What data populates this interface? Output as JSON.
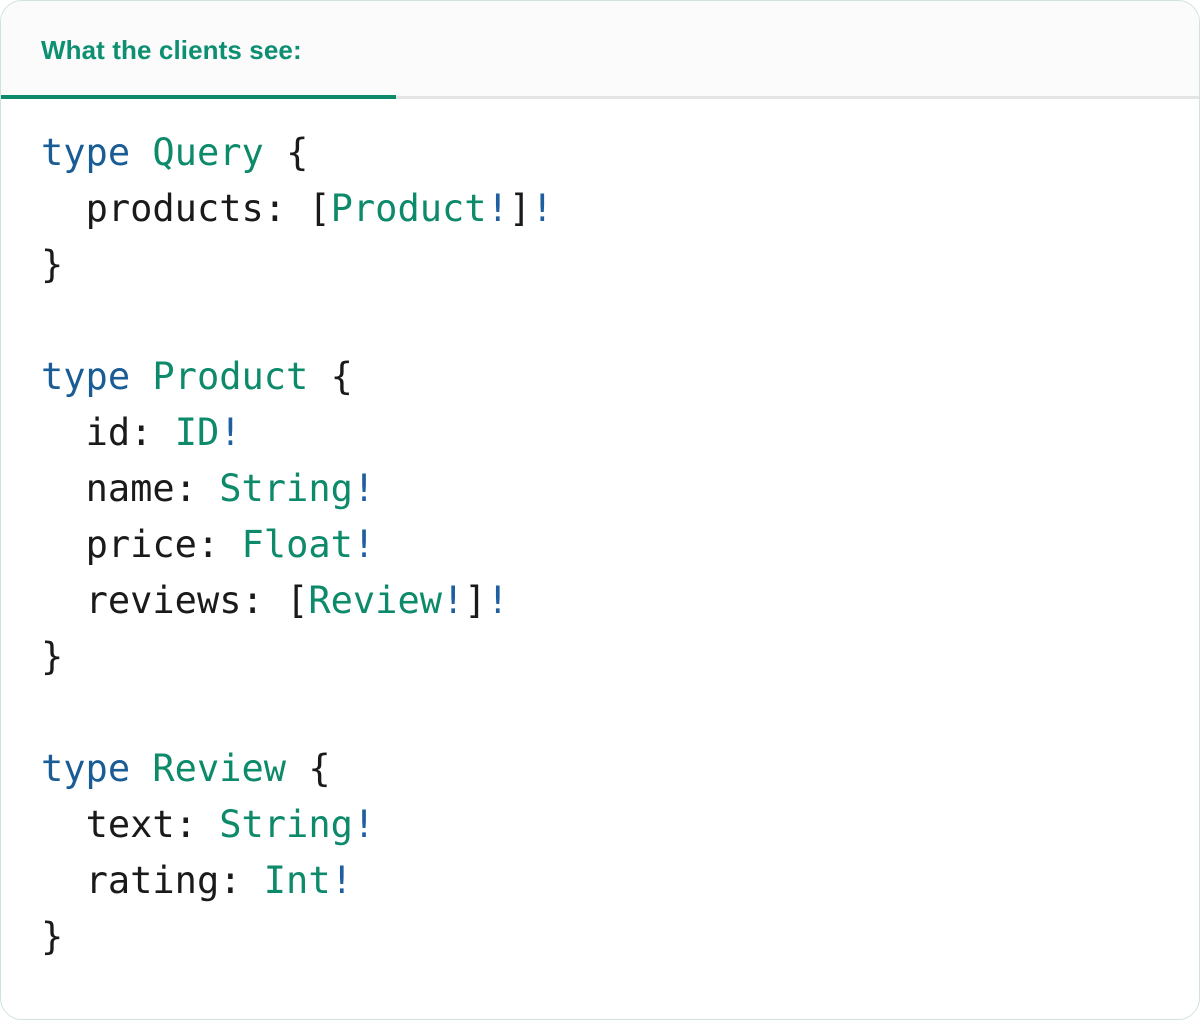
{
  "card": {
    "border_color": "#cfe3da",
    "background": "#ffffff"
  },
  "header": {
    "background": "#fbfbfb",
    "tabs": [
      {
        "label": "What the clients see:",
        "active": true,
        "accent_color": "#0d8a6a",
        "text_color": "#0d8f72"
      }
    ],
    "rule_color": "#e4e4e4"
  },
  "code_block": {
    "language": "graphql",
    "palette": {
      "keyword": "#1a5c96",
      "type_name": "#0d8a6a",
      "field_name": "#1a1a1a",
      "punctuation": "#1a1a1a",
      "non_null_bang": "#1f5fa0",
      "background": "#ffffff"
    },
    "raw_text": "type Query {\n  products: [Product!]!\n}\n\ntype Product {\n  id: ID!\n  name: String!\n  price: Float!\n  reviews: [Review!]!\n}\n\ntype Review {\n  text: String!\n  rating: Int!\n}",
    "lines": [
      {
        "tokens": [
          {
            "t": "kw",
            "v": "type"
          },
          {
            "t": "plain",
            "v": " "
          },
          {
            "t": "type",
            "v": "Query"
          },
          {
            "t": "plain",
            "v": " "
          },
          {
            "t": "punc",
            "v": "{"
          }
        ]
      },
      {
        "tokens": [
          {
            "t": "plain",
            "v": "  "
          },
          {
            "t": "name",
            "v": "products"
          },
          {
            "t": "punc",
            "v": ":"
          },
          {
            "t": "plain",
            "v": " "
          },
          {
            "t": "punc",
            "v": "["
          },
          {
            "t": "type",
            "v": "Product"
          },
          {
            "t": "bang",
            "v": "!"
          },
          {
            "t": "punc",
            "v": "]"
          },
          {
            "t": "bang",
            "v": "!"
          }
        ]
      },
      {
        "tokens": [
          {
            "t": "punc",
            "v": "}"
          }
        ]
      },
      {
        "tokens": []
      },
      {
        "tokens": [
          {
            "t": "kw",
            "v": "type"
          },
          {
            "t": "plain",
            "v": " "
          },
          {
            "t": "type",
            "v": "Product"
          },
          {
            "t": "plain",
            "v": " "
          },
          {
            "t": "punc",
            "v": "{"
          }
        ]
      },
      {
        "tokens": [
          {
            "t": "plain",
            "v": "  "
          },
          {
            "t": "name",
            "v": "id"
          },
          {
            "t": "punc",
            "v": ":"
          },
          {
            "t": "plain",
            "v": " "
          },
          {
            "t": "type",
            "v": "ID"
          },
          {
            "t": "bang",
            "v": "!"
          }
        ]
      },
      {
        "tokens": [
          {
            "t": "plain",
            "v": "  "
          },
          {
            "t": "name",
            "v": "name"
          },
          {
            "t": "punc",
            "v": ":"
          },
          {
            "t": "plain",
            "v": " "
          },
          {
            "t": "type",
            "v": "String"
          },
          {
            "t": "bang",
            "v": "!"
          }
        ]
      },
      {
        "tokens": [
          {
            "t": "plain",
            "v": "  "
          },
          {
            "t": "name",
            "v": "price"
          },
          {
            "t": "punc",
            "v": ":"
          },
          {
            "t": "plain",
            "v": " "
          },
          {
            "t": "type",
            "v": "Float"
          },
          {
            "t": "bang",
            "v": "!"
          }
        ]
      },
      {
        "tokens": [
          {
            "t": "plain",
            "v": "  "
          },
          {
            "t": "name",
            "v": "reviews"
          },
          {
            "t": "punc",
            "v": ":"
          },
          {
            "t": "plain",
            "v": " "
          },
          {
            "t": "punc",
            "v": "["
          },
          {
            "t": "type",
            "v": "Review"
          },
          {
            "t": "bang",
            "v": "!"
          },
          {
            "t": "punc",
            "v": "]"
          },
          {
            "t": "bang",
            "v": "!"
          }
        ]
      },
      {
        "tokens": [
          {
            "t": "punc",
            "v": "}"
          }
        ]
      },
      {
        "tokens": []
      },
      {
        "tokens": [
          {
            "t": "kw",
            "v": "type"
          },
          {
            "t": "plain",
            "v": " "
          },
          {
            "t": "type",
            "v": "Review"
          },
          {
            "t": "plain",
            "v": " "
          },
          {
            "t": "punc",
            "v": "{"
          }
        ]
      },
      {
        "tokens": [
          {
            "t": "plain",
            "v": "  "
          },
          {
            "t": "name",
            "v": "text"
          },
          {
            "t": "punc",
            "v": ":"
          },
          {
            "t": "plain",
            "v": " "
          },
          {
            "t": "type",
            "v": "String"
          },
          {
            "t": "bang",
            "v": "!"
          }
        ]
      },
      {
        "tokens": [
          {
            "t": "plain",
            "v": "  "
          },
          {
            "t": "name",
            "v": "rating"
          },
          {
            "t": "punc",
            "v": ":"
          },
          {
            "t": "plain",
            "v": " "
          },
          {
            "t": "type",
            "v": "Int"
          },
          {
            "t": "bang",
            "v": "!"
          }
        ]
      },
      {
        "tokens": [
          {
            "t": "punc",
            "v": "}"
          }
        ]
      }
    ]
  }
}
